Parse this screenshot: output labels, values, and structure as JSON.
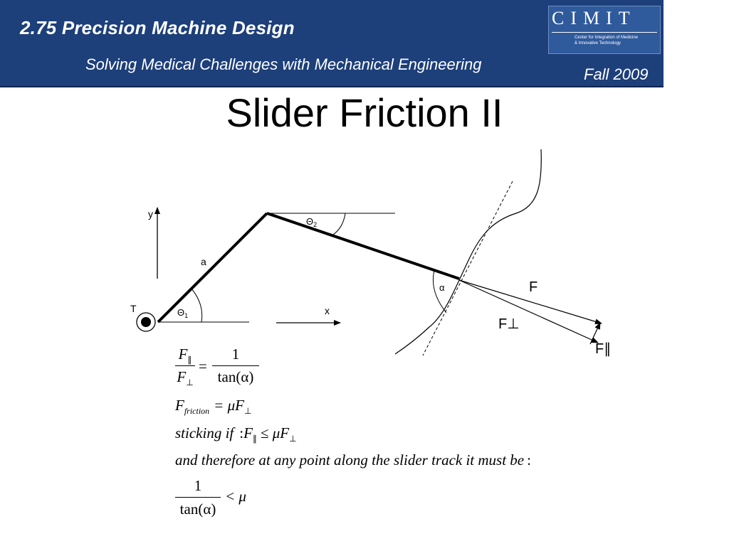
{
  "header": {
    "course": "2.75 Precision Machine Design",
    "subtitle": "Solving Medical Challenges with Mechanical Engineering",
    "semester": "Fall 2009",
    "logo": {
      "name": "CIMIT",
      "tagline_line1": "Center for Integration of Medicine",
      "tagline_line2": "& Innovative Technology"
    },
    "colors": {
      "banner": "#1d3f7a",
      "logo_box": "#2f5a9c",
      "text": "#ffffff"
    }
  },
  "slide": {
    "title": "Slider Friction II"
  },
  "diagram": {
    "labels": {
      "y": "y",
      "x": "x",
      "a": "a",
      "torque": "T",
      "theta1": "Θ",
      "theta1_sub": "1",
      "theta2": "Θ",
      "theta2_sub": "2",
      "alpha": "α",
      "force": "F",
      "force_perp": "F⊥",
      "force_par": "F∥"
    }
  },
  "equations": {
    "eq1": {
      "num_left": "F",
      "num_left_sub": "∥",
      "den_left": "F",
      "den_left_sub": "⊥",
      "equals": "=",
      "num_right": "1",
      "den_right": "tan(α)"
    },
    "eq2": {
      "lhs": "F",
      "lhs_sub": "friction",
      "rhs": "= μF",
      "rhs_sub": "⊥"
    },
    "eq3": {
      "text": "sticking if",
      "colon": ":",
      "f": "F",
      "f_sub": "∥",
      "rel": "≤ μF",
      "rel_sub": "⊥"
    },
    "eq4": {
      "text": "and therefore at any point along the slider track it must be",
      "colon": ":"
    },
    "eq5": {
      "num": "1",
      "den": "tan(α)",
      "rel": "< μ"
    }
  }
}
